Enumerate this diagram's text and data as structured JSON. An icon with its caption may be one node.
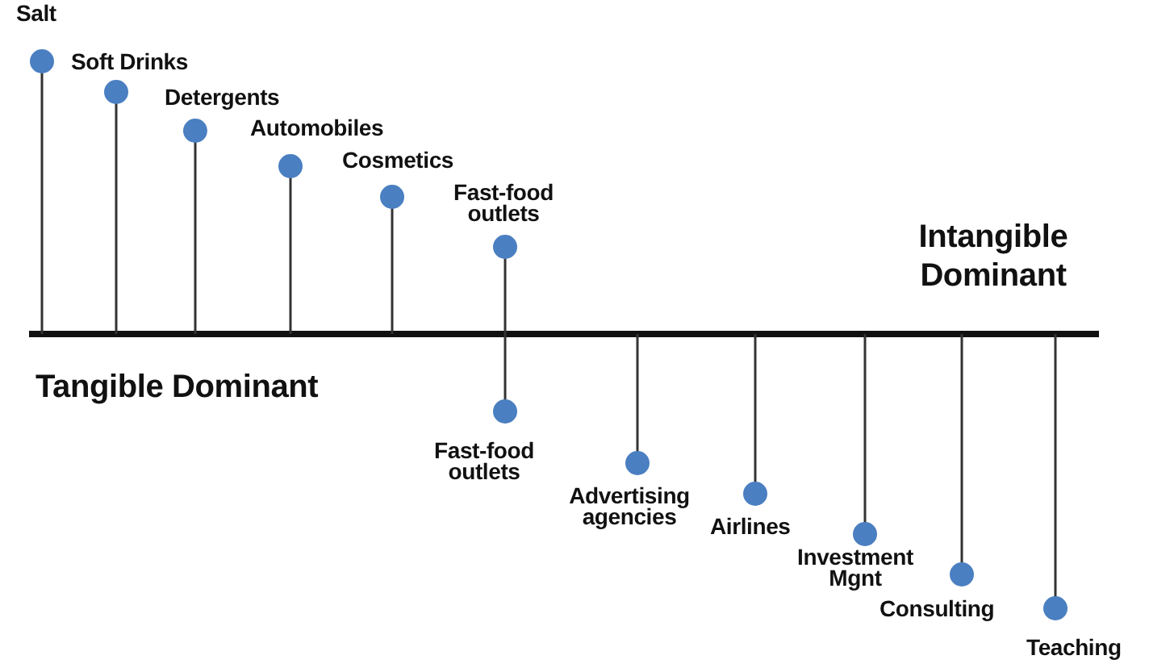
{
  "diagram": {
    "labels": [
      "Salt",
      "Soft Drinks",
      "Detergents",
      "Automobiles",
      "Cosmetics",
      "Fast-food outlets",
      "Intangible Dominant",
      "Tangible Dominant",
      "Fast-food outlets",
      "Advertising agencies",
      "Airlines",
      "Investment Mgnt",
      "Consulting",
      "Teaching"
    ]
  }
}
